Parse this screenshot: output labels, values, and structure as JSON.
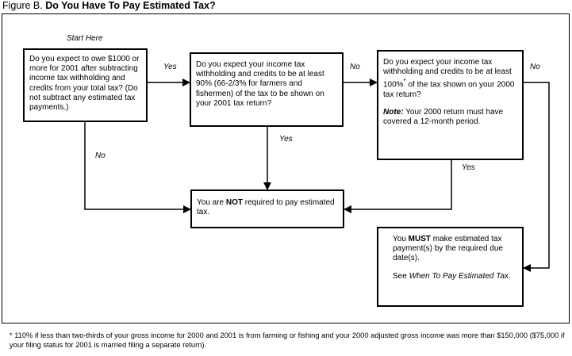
{
  "figure": {
    "label": "Figure B.",
    "title": "Do You Have To Pay Estimated Tax?"
  },
  "start_label": "Start Here",
  "box1": {
    "text": "Do you expect to owe $1000 or more for 2001 after subtracting income tax withholding and credits from your total tax? (Do not subtract any estimated tax payments.)"
  },
  "box2": {
    "text": "Do you expect your income tax withholding and credits to be at least 90% (66-2/3% for farmers and fishermen) of the tax to be shown on your 2001 tax return?"
  },
  "box3": {
    "text_a": "Do you expect your income tax withholding and credits to be at least 100%",
    "asterisk": "*",
    "text_b": " of the tax shown on your 2000 tax return?",
    "note_label": "Note:",
    "note_text": " Your 2000 return must have covered a 12-month period."
  },
  "box4": {
    "text_a": "You are ",
    "emph": "NOT",
    "text_b": " required to pay estimated tax."
  },
  "box5": {
    "text_a": "You ",
    "emph": "MUST",
    "text_b": " make estimated tax payment(s) by the required due date(s).",
    "see_text": "See ",
    "see_link": "When To Pay Estimated Tax",
    "see_end": "."
  },
  "edge_labels": {
    "b1_to_b2": "Yes",
    "b1_to_b4": "No",
    "b2_to_b3": "No",
    "b2_to_b4": "Yes",
    "b3_to_b4": "Yes",
    "b3_to_b5": "No"
  },
  "footnote": "* 110% if less than two-thirds of your gross income for 2000 and 2001 is from farming or fishing and your 2000 adjusted gross income was more than $150,000 ($75,000 if your filing status for 2001 is married filing a separate return)."
}
